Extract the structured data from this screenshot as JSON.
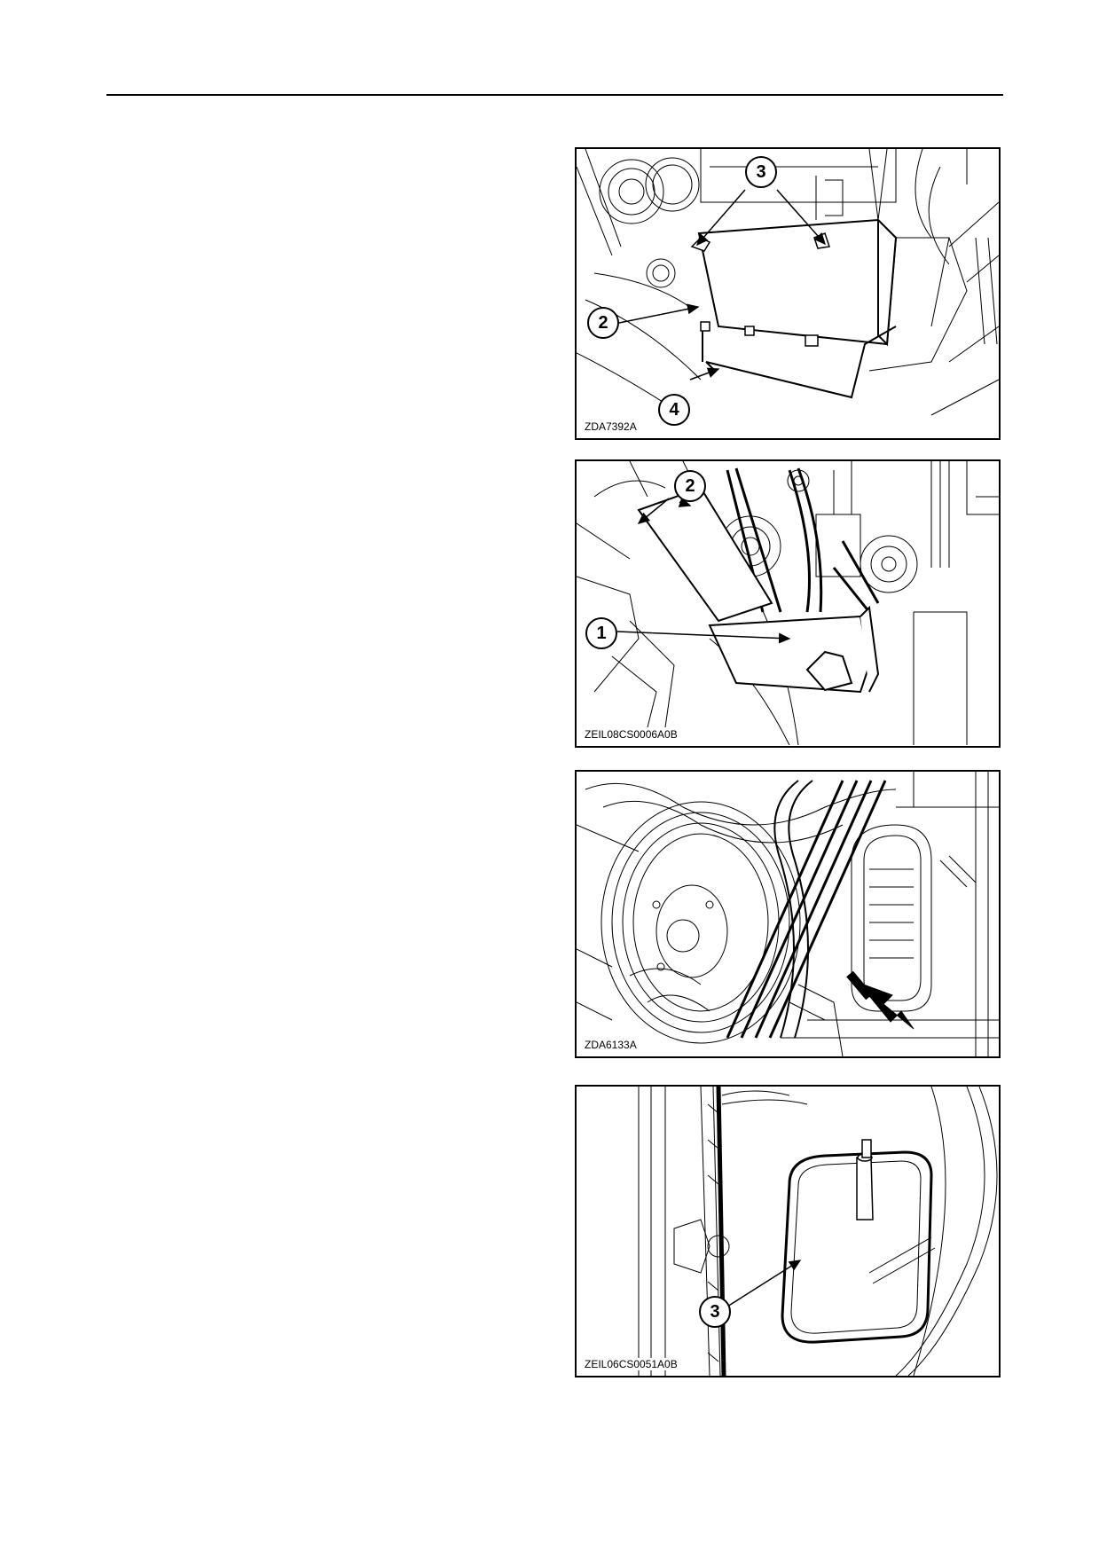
{
  "figures": [
    {
      "id": "ZDA7392A",
      "callouts": [
        "3",
        "2",
        "4"
      ]
    },
    {
      "id": "ZEIL08CS0006A0B",
      "callouts": [
        "2",
        "1"
      ]
    },
    {
      "id": "ZDA6133A",
      "callouts": []
    },
    {
      "id": "ZEIL06CS0051A0B",
      "callouts": [
        "3"
      ]
    }
  ]
}
